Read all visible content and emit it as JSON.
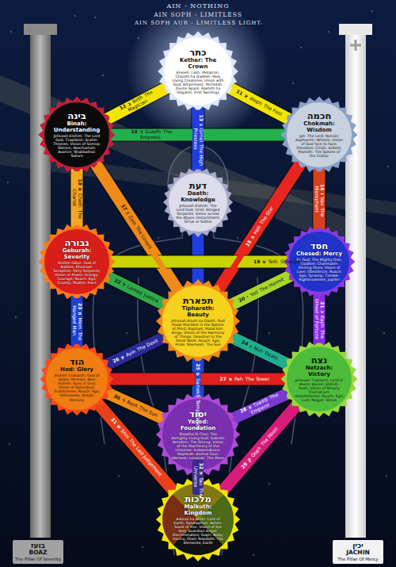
{
  "diagram": {
    "nodes": [
      {
        "text": [
          "כתר",
          "Kether: The Crown",
          "Eheieh: I Am; Metatron; Chaioth ha Qadesh: Holy Living Creatures; Union with God; Attainment; Yechidah: Divine Spark; Rashith ha Gilgalim: First Swirlings"
        ]
      },
      {
        "text": [
          "בינה",
          "Binah: Understanding",
          "Jehovah Elohim: The Lord God; Tzaphkiel; Aralim: Thrones; Vision of Sorrow; Silence; Neschamah; Avarice; Shabbathai: Saturn"
        ]
      },
      {
        "text": [
          "חכמה",
          "Chokmah: Wisdom",
          "Jah: The Lord; Ratziel; Auphanim: Wheels; Vision of God face to face; Devotion; Chiah; Ardent; Masloth: The Sphere of the Zodiac"
        ]
      },
      {
        "text": [
          "דעת",
          "Daath: Knowledge",
          "Jehovah Elohim: The Lord God; Uriel; Winged Serpents; Vision across the Abyss; Detachment; Sirius or Sothis"
        ]
      },
      {
        "text": [
          "גבורה",
          "Geburah: Severity",
          "Elohim Gibor: God of Battles; Khamael; Seraphim: Fiery Serpents; Vision of Power; Energy; Courage; Ruach: Ego; Cruelty; Madim: Mars"
        ]
      },
      {
        "text": [
          "חסד",
          "Chesed: Mercy",
          "El: God; The Mighty One; Tzadkiel; Chasmalim: Shining Ones; Vision of Love; Obedience; Ruach: Ego; Tyranny; Tzedek: Righteousness; Jupiter"
        ]
      },
      {
        "text": [
          "תפארת",
          "Tiphareth: Beauty",
          "Jehovah Aloah va Daath: God Made Manifest in the Sphere of Mind; Raphael; Malachim: Kings; Vision of the Harmony of Things; Devotion to the Great Work; Ruach: Ego; Pride; Shemesh: The Sun"
        ]
      },
      {
        "text": [
          "הוד",
          "Hod: Glory",
          "Elohim Tzabaoth: God of Hosts; Michael; Beni Elohim: Sons of God; Vision of Splendour; Truthfulness; Ruach: Ego; Dishonesty; Kokab: Mercury"
        ]
      },
      {
        "text": [
          "נצח",
          "Netzach: Victory",
          "Jehovah Tzabaoth: Lord of Hosts; Haniel; Elohim: Gods; Vision of Beauty Triumphant; Unselfishness; Ruach: Ego; Lust; Nogah: Venus"
        ]
      },
      {
        "text": [
          "יסוד",
          "Yesod: Foundation",
          "Shaddai El Chai: The Almighty Living God; Gabriel; Kerubim: The Strong; Vision of the Machinery of the Universe; Independence; Nephesh: Animal Soul; Idleness; Levanah: The Moon"
        ]
      },
      {
        "text": [
          "מלכות",
          "Malkuth: Kingdom",
          "Adonai ha Aretz: Lord of Earth; Sandalphon; Ashim: Souls of Fire; Vision of the Holy Guardian Angel; Discrimination; Guph: Body; Inertia; Olam Yesodoth: The Elements; Earth"
        ]
      },
      {
        "text": [
          "בועז",
          "BOAZ",
          "The Pillar Of Severity"
        ]
      },
      {
        "text": [
          "יכין",
          "JACHIN",
          "The Pillar Of Mercy"
        ]
      }
    ],
    "edges": [
      {
        "from": 0,
        "to": 2,
        "label": "The Fool",
        "arrow": "none"
      },
      {
        "from": 0,
        "to": 1,
        "label": "The Magician",
        "arrow": "none"
      },
      {
        "from": 0,
        "to": 6,
        "label": "The High Priestess",
        "arrow": "none"
      },
      {
        "from": 2,
        "to": 1,
        "label": "The Empress",
        "arrow": "none"
      },
      {
        "from": 2,
        "to": 6,
        "label": "The Star",
        "arrow": "none"
      },
      {
        "from": 2,
        "to": 5,
        "label": "The Hierophant",
        "arrow": "none"
      },
      {
        "from": 1,
        "to": 6,
        "label": "The Lovers",
        "arrow": "none"
      },
      {
        "from": 1,
        "to": 4,
        "label": "The Chariot",
        "arrow": "none"
      },
      {
        "from": 5,
        "to": 4,
        "label": "Strength",
        "arrow": "none"
      },
      {
        "from": 5,
        "to": 6,
        "label": "The Hermit",
        "arrow": "none"
      },
      {
        "from": 5,
        "to": 8,
        "label": "The Wheel of Fortune",
        "arrow": "none"
      },
      {
        "from": 4,
        "to": 6,
        "label": "Justice",
        "arrow": "none"
      },
      {
        "from": 4,
        "to": 7,
        "label": "The Hanged Man",
        "arrow": "none"
      },
      {
        "from": 6,
        "to": 8,
        "label": "Death",
        "arrow": "none"
      },
      {
        "from": 6,
        "to": 9,
        "label": "Temperance",
        "arrow": "none"
      },
      {
        "from": 6,
        "to": 7,
        "label": "The Devil",
        "arrow": "none"
      },
      {
        "from": 8,
        "to": 7,
        "label": "The Tower",
        "arrow": "none"
      },
      {
        "from": 8,
        "to": 9,
        "label": "The Emperor",
        "arrow": "none"
      },
      {
        "from": 8,
        "to": 10,
        "label": "The Moon",
        "arrow": "none"
      },
      {
        "from": 7,
        "to": 9,
        "label": "The Sun",
        "arrow": "none"
      },
      {
        "from": 7,
        "to": 10,
        "label": "The Last Judgement",
        "arrow": "none"
      },
      {
        "from": 9,
        "to": 10,
        "label": "The Universe",
        "arrow": "none"
      }
    ],
    "labels": [
      "AIN - NOTHING",
      "AIN SOPH - LIMITLESS",
      "AIN SOPH AUR - LIMITLESS LIGHT",
      "11",
      "12",
      "13",
      "14",
      "15",
      "16",
      "17",
      "18",
      "19",
      "20",
      "21",
      "22",
      "23",
      "24",
      "25",
      "26",
      "27",
      "28",
      "29",
      "30",
      "31",
      "32",
      "א",
      "ב",
      "ג",
      "ד",
      "ה",
      "ו",
      "ז",
      "ח",
      "ט",
      "י",
      "כ",
      "ל",
      "מ",
      "נ",
      "ס",
      "ע",
      "פ",
      "צ",
      "ק",
      "ר",
      "ש",
      "ת",
      "Aleph",
      "Beth",
      "Gimel",
      "Daleth",
      "Heh",
      "Vav",
      "Zain",
      "Cheth",
      "Teth",
      "Yod",
      "Kaph",
      "Lamed",
      "Mem",
      "Nun",
      "Samekh",
      "Ayin",
      "Peh",
      "Tzaddi",
      "Qoph",
      "Resh",
      "Shin",
      "Tau"
    ]
  }
}
